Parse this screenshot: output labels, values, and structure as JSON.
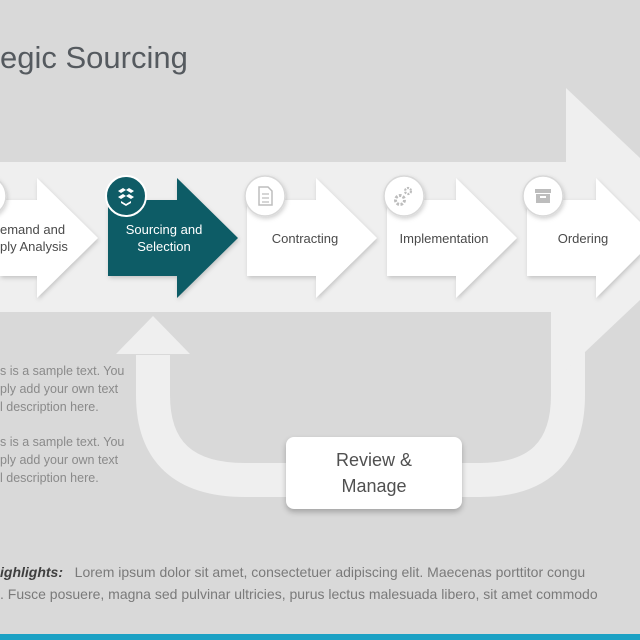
{
  "title": "egic Sourcing",
  "steps": [
    {
      "label_line1": "emand and",
      "label_line2": "ply Analysis",
      "icon": "partial-circle-icon",
      "active": false
    },
    {
      "label_line1": "Sourcing and",
      "label_line2": "Selection",
      "icon": "dropbox-icon",
      "active": true
    },
    {
      "label_line1": "Contracting",
      "label_line2": "",
      "icon": "document-icon",
      "active": false
    },
    {
      "label_line1": "Implementation",
      "label_line2": "",
      "icon": "gears-icon",
      "active": false
    },
    {
      "label_line1": "Ordering",
      "label_line2": "",
      "icon": "archive-box-icon",
      "active": false
    }
  ],
  "side_texts": [
    {
      "line1": "s is a sample text. You",
      "line2": "ply add your own text",
      "line3": "l description here."
    },
    {
      "line1": "s is a sample text. You",
      "line2": "ply add your own text",
      "line3": "l description here."
    }
  ],
  "review": {
    "line1": "Review &",
    "line2": "Manage"
  },
  "highlights": {
    "label": "ighlights:",
    "line1": "Lorem ipsum dolor sit amet, consectetuer adipiscing elit.  Maecenas porttitor congu",
    ".line2": "",
    "line2": ". Fusce posuere, magna sed pulvinar ultricies, purus lectus malesuada libero, sit amet commodo"
  },
  "colors": {
    "background": "#d9d9d9",
    "band": "#efefef",
    "active": "#0f5c66",
    "accent_bar": "#1ba1c4"
  }
}
